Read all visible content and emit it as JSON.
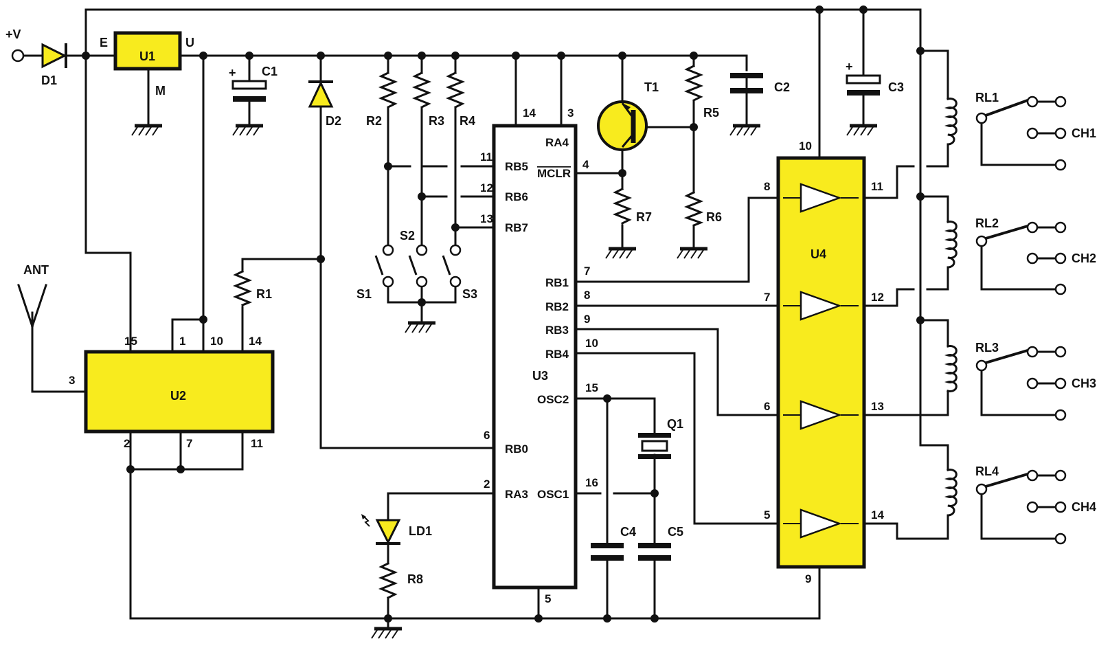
{
  "labels": {
    "vplus": "+V",
    "d1": "D1",
    "u1": "U1",
    "u1_e": "E",
    "u1_u": "U",
    "u1_m": "M",
    "c1": "C1",
    "c1_plus": "+",
    "d2": "D2",
    "r1": "R1",
    "r2": "R2",
    "r3": "R3",
    "r4": "R4",
    "r5": "R5",
    "r6": "R6",
    "r7": "R7",
    "r8": "R8",
    "c2": "C2",
    "c3": "C3",
    "c3_plus": "+",
    "c4": "C4",
    "c5": "C5",
    "t1": "T1",
    "q1": "Q1",
    "ld1": "LD1",
    "s1": "S1",
    "s2": "S2",
    "s3": "S3",
    "ant": "ANT",
    "u2": "U2",
    "u3": "U3",
    "u4": "U4",
    "rl1": "RL1",
    "rl2": "RL2",
    "rl3": "RL3",
    "rl4": "RL4",
    "ch1": "CH1",
    "ch2": "CH2",
    "ch3": "CH3",
    "ch4": "CH4"
  },
  "u2_pins": {
    "p15": "15",
    "p1": "1",
    "p10": "10",
    "p14": "14",
    "p3": "3",
    "p2": "2",
    "p7": "7",
    "p11": "11"
  },
  "u3_pins": {
    "p14": "14",
    "p3": "3",
    "p11": "11",
    "p12": "12",
    "p13": "13",
    "p4": "4",
    "p7": "7",
    "p8": "8",
    "p9": "9",
    "p10": "10",
    "p15": "15",
    "p6": "6",
    "p2": "2",
    "p16": "16",
    "p5": "5"
  },
  "u3_signals": {
    "ra4": "RA4",
    "rb5": "RB5",
    "mclr": "MCLR",
    "rb6": "RB6",
    "rb7": "RB7",
    "rb1": "RB1",
    "rb2": "RB2",
    "rb3": "RB3",
    "rb4": "RB4",
    "osc2": "OSC2",
    "rb0": "RB0",
    "ra3": "RA3",
    "osc1": "OSC1"
  },
  "u4_pins": {
    "p10": "10",
    "p8": "8",
    "p11": "11",
    "p7": "7",
    "p12": "12",
    "p6": "6",
    "p13": "13",
    "p5": "5",
    "p14": "14",
    "p9": "9"
  }
}
